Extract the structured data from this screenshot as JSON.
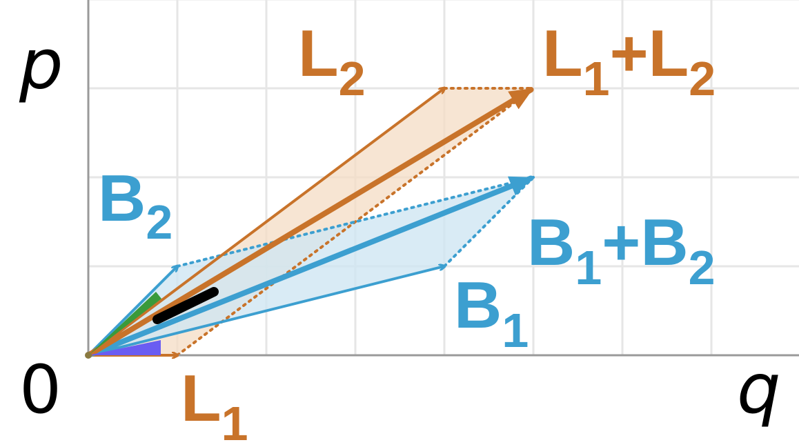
{
  "axes": {
    "x_label": "q",
    "y_label": "p",
    "origin_label": "0",
    "grid": true
  },
  "labels": {
    "L1": {
      "base": "L",
      "sub": "1"
    },
    "L2": {
      "base": "L",
      "sub": "2"
    },
    "L_sum": {
      "a": "L",
      "a_sub": "1",
      "plus": "+",
      "b": "L",
      "b_sub": "2"
    },
    "B1": {
      "base": "B",
      "sub": "1"
    },
    "B2": {
      "base": "B",
      "sub": "2"
    },
    "B_sum": {
      "a": "B",
      "a_sub": "1",
      "plus": "+",
      "b": "B",
      "b_sub": "2"
    }
  },
  "vectors": {
    "L1": [
      1,
      0
    ],
    "L2": [
      4,
      3
    ],
    "L_sum": [
      5,
      3
    ],
    "B1": [
      4,
      1
    ],
    "B2": [
      1,
      1
    ],
    "B_sum": [
      5,
      2
    ]
  },
  "colors": {
    "orange": "#c8732a",
    "orange_fill": "#f4dcc4",
    "blue": "#3c9fd0",
    "blue_fill": "#cfe6f3",
    "grid": "#e6e6e6",
    "axis": "#9a9a9a",
    "black": "#000000",
    "green": "#3a9a3a",
    "purple": "#6a5cf2"
  }
}
